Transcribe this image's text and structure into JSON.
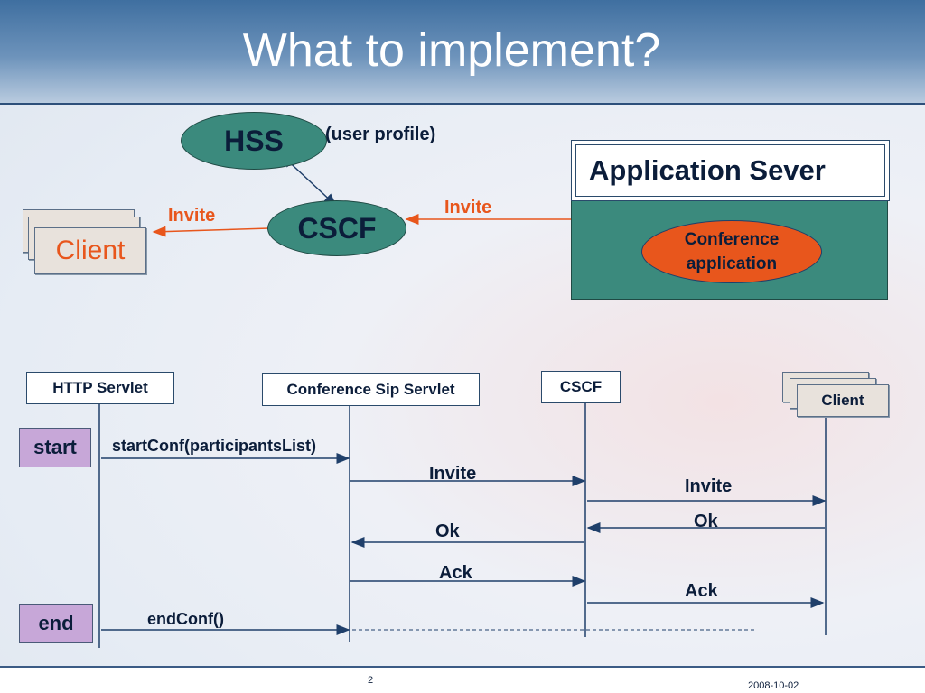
{
  "slide": {
    "title": "What to implement?",
    "page_number": "2",
    "date": "2008-10-02"
  },
  "top_diagram": {
    "hss_label": "HSS",
    "hss_note": "(user profile)",
    "cscf_label": "CSCF",
    "client_label": "Client",
    "invite_left": "Invite",
    "invite_right": "Invite",
    "app_server_title": "Application Sever",
    "conference_app_line1": "Conference",
    "conference_app_line2": "application"
  },
  "sequence": {
    "lifelines": [
      "HTTP Servlet",
      "Conference Sip Servlet",
      "CSCF",
      "Client"
    ],
    "start_label": "start",
    "end_label": "end",
    "messages": [
      "startConf(participantsList)",
      "Invite",
      "Invite",
      "Ok",
      "Ok",
      "Ack",
      "Ack",
      "endConf()"
    ]
  },
  "colors": {
    "header": "#3f6fa0",
    "teal": "#3b8a7d",
    "orange": "#e8561c",
    "navy": "#0b1d3a",
    "purple": "#c7a7d8"
  }
}
